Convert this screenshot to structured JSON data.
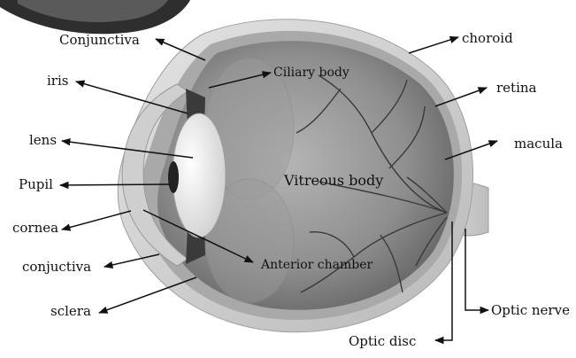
{
  "diagram": {
    "labels": {
      "conjunctiva_top": "Conjunctiva",
      "iris": "iris",
      "lens": "lens",
      "pupil": "Pupil",
      "cornea": "cornea",
      "conjuctiva_bottom": "conjuctiva",
      "sclera": "sclera",
      "ciliary_body": "Ciliary body",
      "vitreous_body": "Vitreous body",
      "anterior_chamber": "Anterior chamber",
      "choroid": "choroid",
      "retina": "retina",
      "macula": "macula",
      "optic_nerve": "Optic nerve",
      "optic_disc": "Optic disc"
    },
    "colors": {
      "sclera_outer": "#d6d6d6",
      "interior": "#8c8c8c",
      "lens": "#ececec",
      "vessels": "#3c3c3c",
      "arrows": "#111111"
    }
  }
}
